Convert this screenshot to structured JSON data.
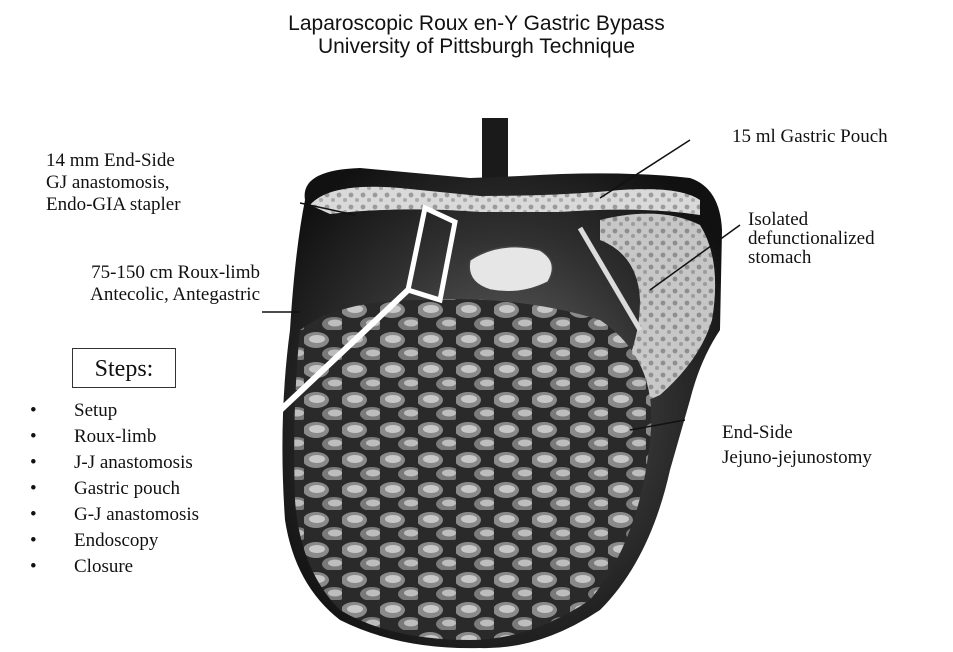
{
  "title": {
    "line1": "Laparoscopic Roux en-Y Gastric Bypass",
    "line2": "University of Pittsburgh Technique"
  },
  "labels": {
    "gj_line1": "14 mm End-Side",
    "gj_line2": "GJ anastomosis,",
    "gj_line3": "Endo-GIA stapler",
    "roux_line1": "75-150 cm Roux-limb",
    "roux_line2": "Antecolic, Antegastric",
    "pouch": "15 ml Gastric Pouch",
    "stomach_line1": "Isolated",
    "stomach_line2": "defunctionalized",
    "stomach_line3": "stomach",
    "jj_line1": "End-Side",
    "jj_line2": "Jejuno-jejunostomy"
  },
  "steps": {
    "heading": "Steps:",
    "bullet": "•",
    "items": [
      "Setup",
      "Roux-limb",
      "J-J anastomosis",
      "Gastric pouch",
      "G-J anastomosis",
      "Endoscopy",
      "Closure"
    ]
  },
  "illustration": {
    "subject": "abdominal anatomy after gastric bypass (stomach, pouch, small bowel loops)"
  }
}
